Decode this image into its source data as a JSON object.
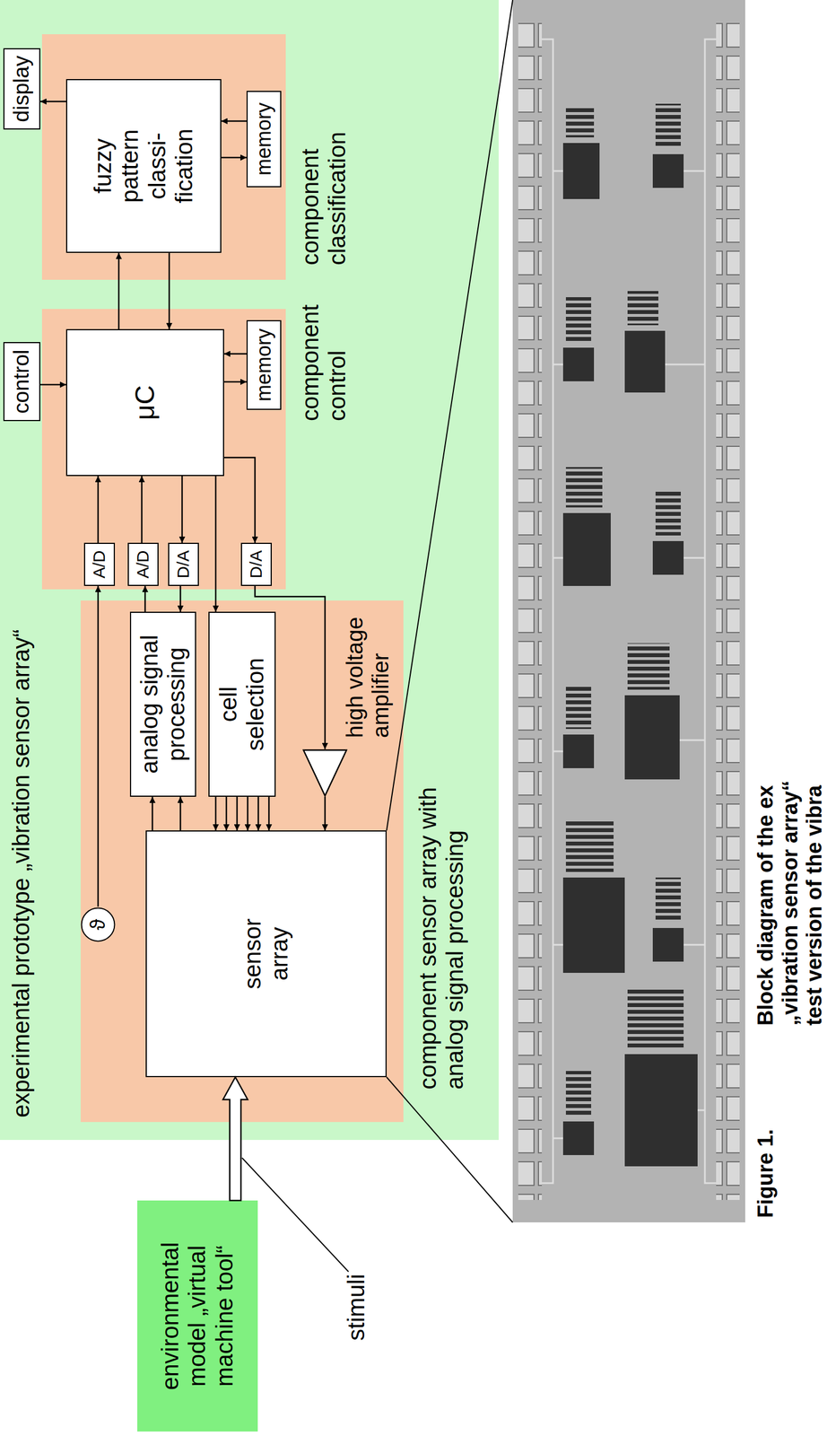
{
  "diagram": {
    "caption": "Block diagram of the ex „vibration sensor array“ test version of the vibra",
    "nodes": [
      {
        "text": [
          "experimental prototype „vibration sensor array“"
        ]
      },
      {
        "text": [
          "environmental model „virtual machine tool“"
        ]
      },
      {
        "text": [
          "component sensor array with analog signal processing"
        ],
        "in": 0
      },
      {
        "text": [
          "ϑ"
        ],
        "in": 2
      },
      {
        "text": [
          "sensor array"
        ],
        "in": 2
      },
      {
        "text": [
          "analog signal processing"
        ],
        "in": 2
      },
      {
        "text": [
          "cell selection"
        ],
        "in": 2
      },
      {
        "text": [
          "high voltage amplifier"
        ],
        "in": 2
      },
      {
        "text": [
          "component control"
        ],
        "in": 0
      },
      {
        "text": [
          "A/D"
        ],
        "in": 8
      },
      {
        "text": [
          "A/D"
        ],
        "in": 8
      },
      {
        "text": [
          "D/A"
        ],
        "in": 8
      },
      {
        "text": [
          "D/A"
        ],
        "in": 8
      },
      {
        "text": [
          "μC"
        ],
        "in": 8
      },
      {
        "text": [
          "memory"
        ],
        "in": 8
      },
      {
        "text": [
          "control"
        ],
        "in": 0
      },
      {
        "text": [
          "component classification"
        ],
        "in": 0
      },
      {
        "text": [
          "fuzzy pattern classi- fication"
        ],
        "in": 16
      },
      {
        "text": [
          "memory"
        ],
        "in": 16
      },
      {
        "text": [
          "display"
        ],
        "in": 0
      }
    ],
    "edges": [
      {
        "from": 1,
        "to": 4,
        "arrow": "to",
        "label": "stimuli"
      },
      {
        "from": 3,
        "to": 9,
        "arrow": "to"
      },
      {
        "from": 4,
        "to": 5,
        "arrow": "to"
      },
      {
        "from": 4,
        "to": 5,
        "arrow": "to"
      },
      {
        "from": 5,
        "to": 10,
        "arrow": "to"
      },
      {
        "from": 11,
        "to": 5,
        "arrow": "to"
      },
      {
        "from": 6,
        "to": 4,
        "arrow": "to"
      },
      {
        "from": 6,
        "to": 4,
        "arrow": "to"
      },
      {
        "from": 6,
        "to": 4,
        "arrow": "to"
      },
      {
        "from": 6,
        "to": 4,
        "arrow": "to"
      },
      {
        "from": 6,
        "to": 4,
        "arrow": "to"
      },
      {
        "from": 6,
        "to": 4,
        "arrow": "to"
      },
      {
        "from": 12,
        "to": 7,
        "arrow": "to"
      },
      {
        "from": 7,
        "to": 4,
        "arrow": "to"
      },
      {
        "from": 9,
        "to": 13,
        "arrow": "to"
      },
      {
        "from": 10,
        "to": 13,
        "arrow": "to"
      },
      {
        "from": 13,
        "to": 11,
        "arrow": "to"
      },
      {
        "from": 13,
        "to": 6,
        "arrow": "to"
      },
      {
        "from": 13,
        "to": 12,
        "arrow": "to"
      },
      {
        "from": 13,
        "to": 14,
        "arrow": "to"
      },
      {
        "from": 14,
        "to": 13,
        "arrow": "to"
      },
      {
        "from": 15,
        "to": 13,
        "arrow": "to"
      },
      {
        "from": 13,
        "to": 17,
        "arrow": "to"
      },
      {
        "from": 17,
        "to": 13,
        "arrow": "to"
      },
      {
        "from": 17,
        "to": 18,
        "arrow": "to"
      },
      {
        "from": 18,
        "to": 17,
        "arrow": "to"
      },
      {
        "from": 17,
        "to": 19,
        "arrow": "to"
      }
    ],
    "labels": [
      "Figure 1."
    ]
  }
}
